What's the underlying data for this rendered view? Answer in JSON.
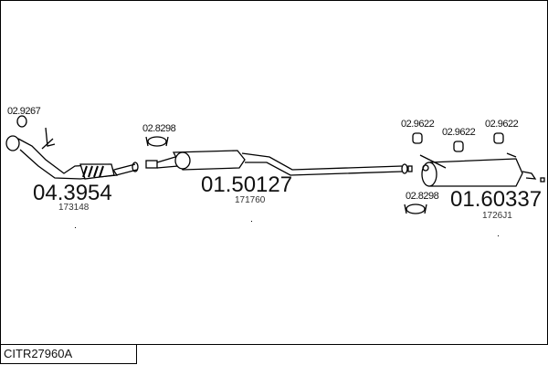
{
  "reference": "CITR27960A",
  "parts": [
    {
      "number": "04.3954",
      "oem": "173148"
    },
    {
      "number": "01.50127",
      "oem": "171760"
    },
    {
      "number": "01.60337",
      "oem": "1726J1"
    }
  ],
  "accessories": [
    "02.9267",
    "02.8298",
    "02.9622",
    "02.9622",
    "02.9622",
    "02.8298"
  ]
}
